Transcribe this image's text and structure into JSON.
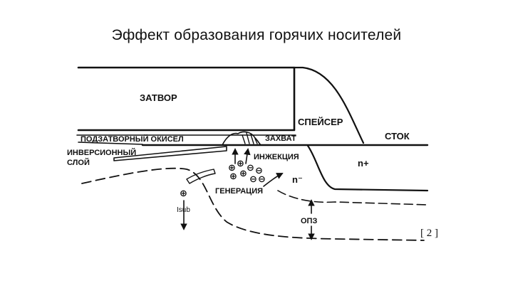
{
  "slide": {
    "title": "Эффект образования горячих носителей",
    "reference": "[ 2 ]"
  },
  "labels": {
    "gate": "ЗАТВОР",
    "spacer": "СПЕЙСЕР",
    "drain": "СТОК",
    "gate_oxide": "ПОДЗАТВОРНЫЙ ОКИСЕЛ",
    "capture": "ЗАХВАТ",
    "inversion_layer_1": "ИНВЕРСИОННЫЙ",
    "inversion_layer_2": "СЛОЙ",
    "injection": "ИНЖЕКЦИЯ",
    "n_plus": "n+",
    "n_minus": "n⁻",
    "generation": "ГЕНЕРАЦИЯ",
    "substrate_current": "Isub",
    "space_charge_region": "ОПЗ",
    "hole_symbol": "⊕",
    "electron_symbol": "⊖"
  },
  "colors": {
    "ink": "#111111",
    "background": "#ffffff"
  }
}
